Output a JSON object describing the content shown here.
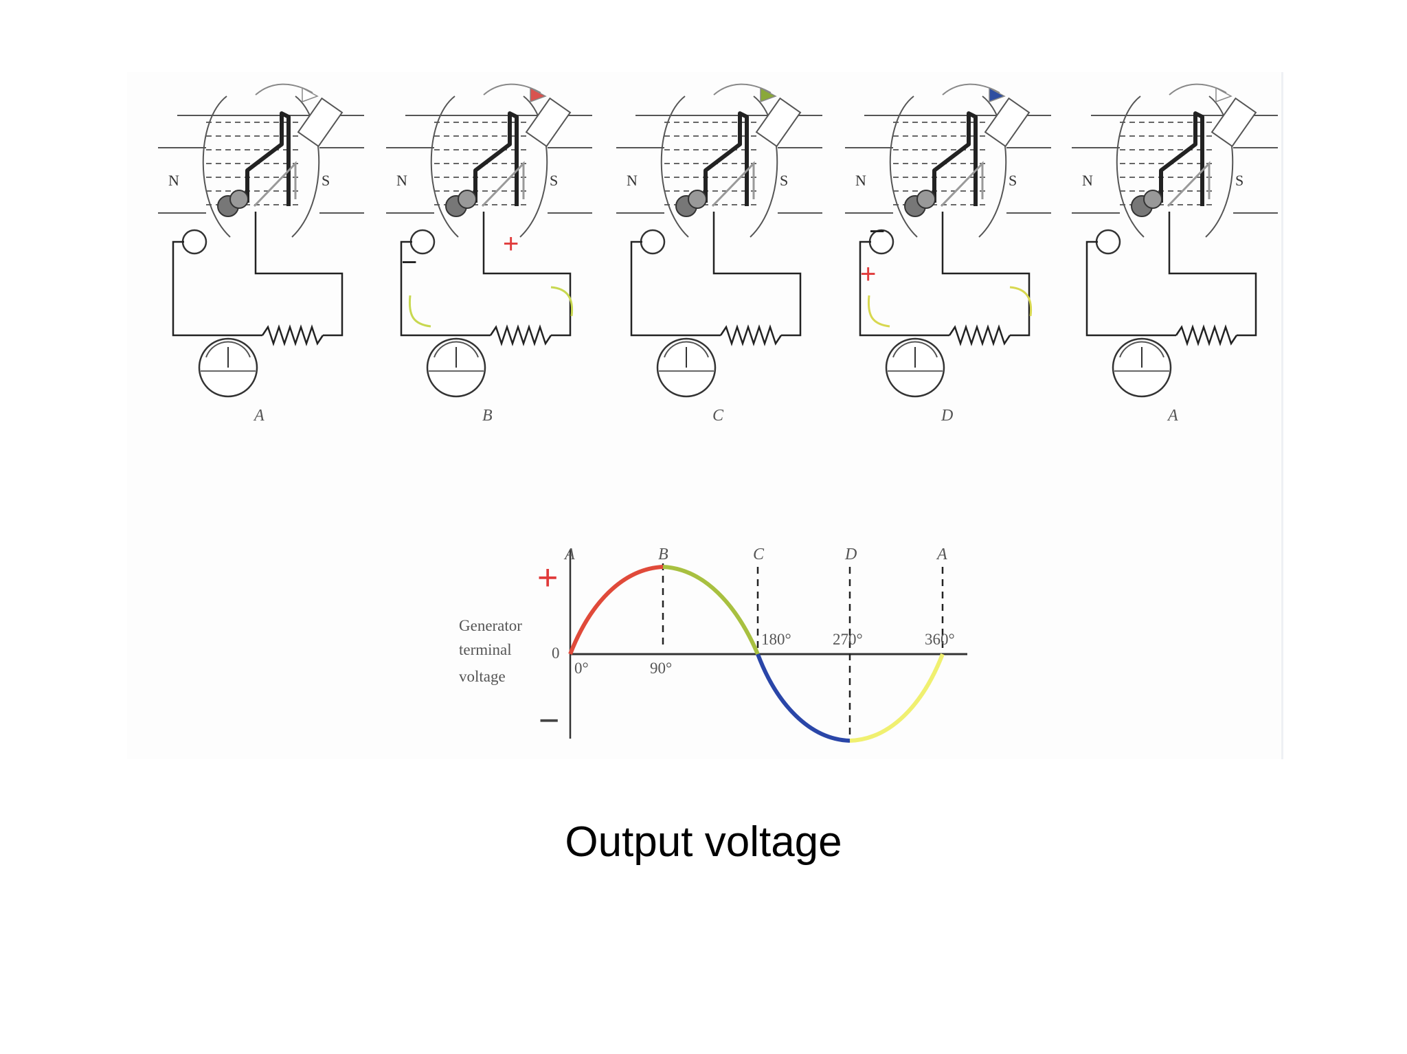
{
  "caption": "Output voltage",
  "poles": {
    "north": "N",
    "south": "S"
  },
  "stages": [
    {
      "label": "A",
      "arrow_color": "#ffffff",
      "polarity": "",
      "current_arrows": false,
      "current_color": ""
    },
    {
      "label": "B",
      "arrow_color": "#d9534f",
      "polarity_top": "+",
      "polarity_bottom": "−",
      "current_arrows": true,
      "current_color": "#c8d850"
    },
    {
      "label": "C",
      "arrow_color": "#8aa83a",
      "polarity": "",
      "current_arrows": false,
      "current_color": ""
    },
    {
      "label": "D",
      "arrow_color": "#2f4ea0",
      "polarity_top": "−",
      "polarity_bottom": "+",
      "current_arrows": true,
      "current_color": "#d8d850"
    },
    {
      "label": "A",
      "arrow_color": "#ffffff",
      "polarity": "",
      "current_arrows": false,
      "current_color": ""
    }
  ],
  "graph": {
    "ylabel_lines": [
      "Generator",
      "terminal",
      "voltage"
    ],
    "zero_label": "0",
    "plus_sign": "+",
    "minus_sign": "−",
    "positions": [
      "A",
      "B",
      "C",
      "D",
      "A"
    ],
    "angles": [
      "0°",
      "90°",
      "180°",
      "270°",
      "360°"
    ],
    "segment_colors": [
      "#e04a3a",
      "#a8c040",
      "#2a46a8",
      "#f0f070"
    ]
  }
}
